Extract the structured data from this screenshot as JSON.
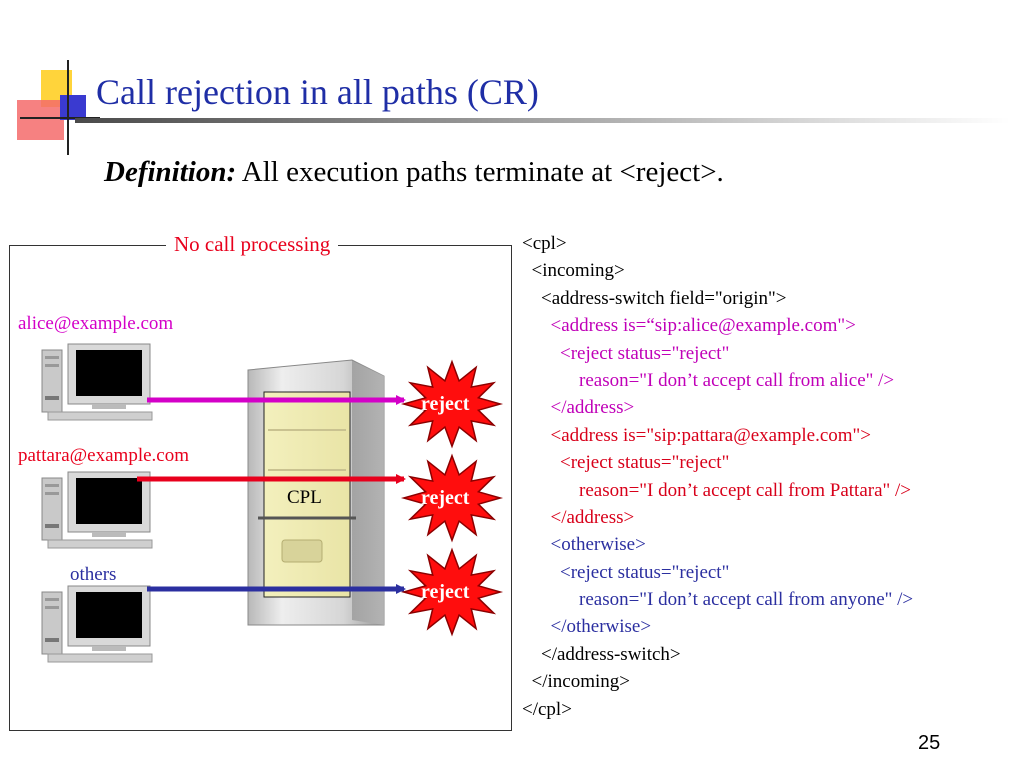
{
  "slide": {
    "title": "Call rejection in all paths (CR)",
    "definition_label": "Definition:",
    "definition_text": " All execution paths terminate at <reject>.",
    "page_number": "25"
  },
  "diagram": {
    "box_title": "No call processing",
    "clients": [
      {
        "label": "alice@example.com",
        "color": "#d400c8"
      },
      {
        "label": "pattara@example.com",
        "color": "#e8001c"
      },
      {
        "label": "others",
        "color": "#2b2fa0"
      }
    ],
    "server_label": "CPL",
    "reject_label": "reject"
  },
  "code": {
    "lines": [
      {
        "text": "<cpl>",
        "color": "black"
      },
      {
        "text": "  <incoming>",
        "color": "black"
      },
      {
        "text": "    <address-switch field=\"origin\">",
        "color": "black"
      },
      {
        "text": "      <address is=“sip:alice@example.com\">",
        "color": "mag"
      },
      {
        "text": "        <reject status=\"reject\"",
        "color": "mag"
      },
      {
        "text": "            reason=\"I don’t accept call from alice\" />",
        "color": "mag"
      },
      {
        "text": "      </address>",
        "color": "mag"
      },
      {
        "text": "      <address is=\"sip:pattara@example.com\">",
        "color": "red"
      },
      {
        "text": "        <reject status=\"reject\"",
        "color": "red"
      },
      {
        "text": "            reason=\"I don’t accept call from Pattara\" />",
        "color": "red"
      },
      {
        "text": "      </address>",
        "color": "red"
      },
      {
        "text": "      <otherwise>",
        "color": "blue"
      },
      {
        "text": "        <reject status=\"reject\"",
        "color": "blue"
      },
      {
        "text": "            reason=\"I don’t accept call from anyone\" />",
        "color": "blue"
      },
      {
        "text": "      </otherwise>",
        "color": "blue"
      },
      {
        "text": "    </address-switch>",
        "color": "black"
      },
      {
        "text": "  </incoming>",
        "color": "black"
      },
      {
        "text": "</cpl>",
        "color": "black"
      }
    ]
  }
}
